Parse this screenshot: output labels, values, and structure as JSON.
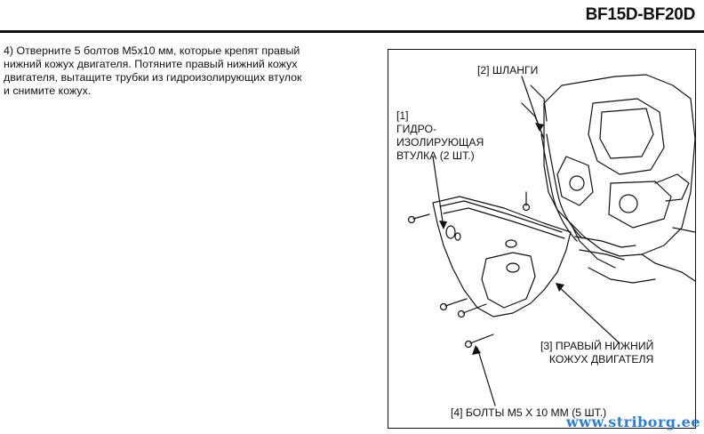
{
  "header": {
    "model_title": "BF15D-BF20D"
  },
  "instruction": {
    "text": "4) Отверните 5 болтов M5x10 мм, которые крепят правый\n    нижний кожух двигателя. Потяните правый нижний кожух\n    двигателя, вытащите трубки из гидроизолирующих втулок\n    и снимите кожух."
  },
  "figure": {
    "callouts": {
      "hoses": "[2] ШЛАНГИ",
      "grommet": "[1]\nГИДРО-\nИЗОЛИРУЮЩАЯ\nВТУЛКА (2 ШТ.)",
      "cover": "[3] ПРАВЫЙ НИЖНИЙ\nКОЖУХ ДВИГАТЕЛЯ",
      "bolts": "[4] БОЛТЫ M5 X 10 ММ (5 ШТ.)"
    }
  },
  "watermark": "www.striborg.ee"
}
